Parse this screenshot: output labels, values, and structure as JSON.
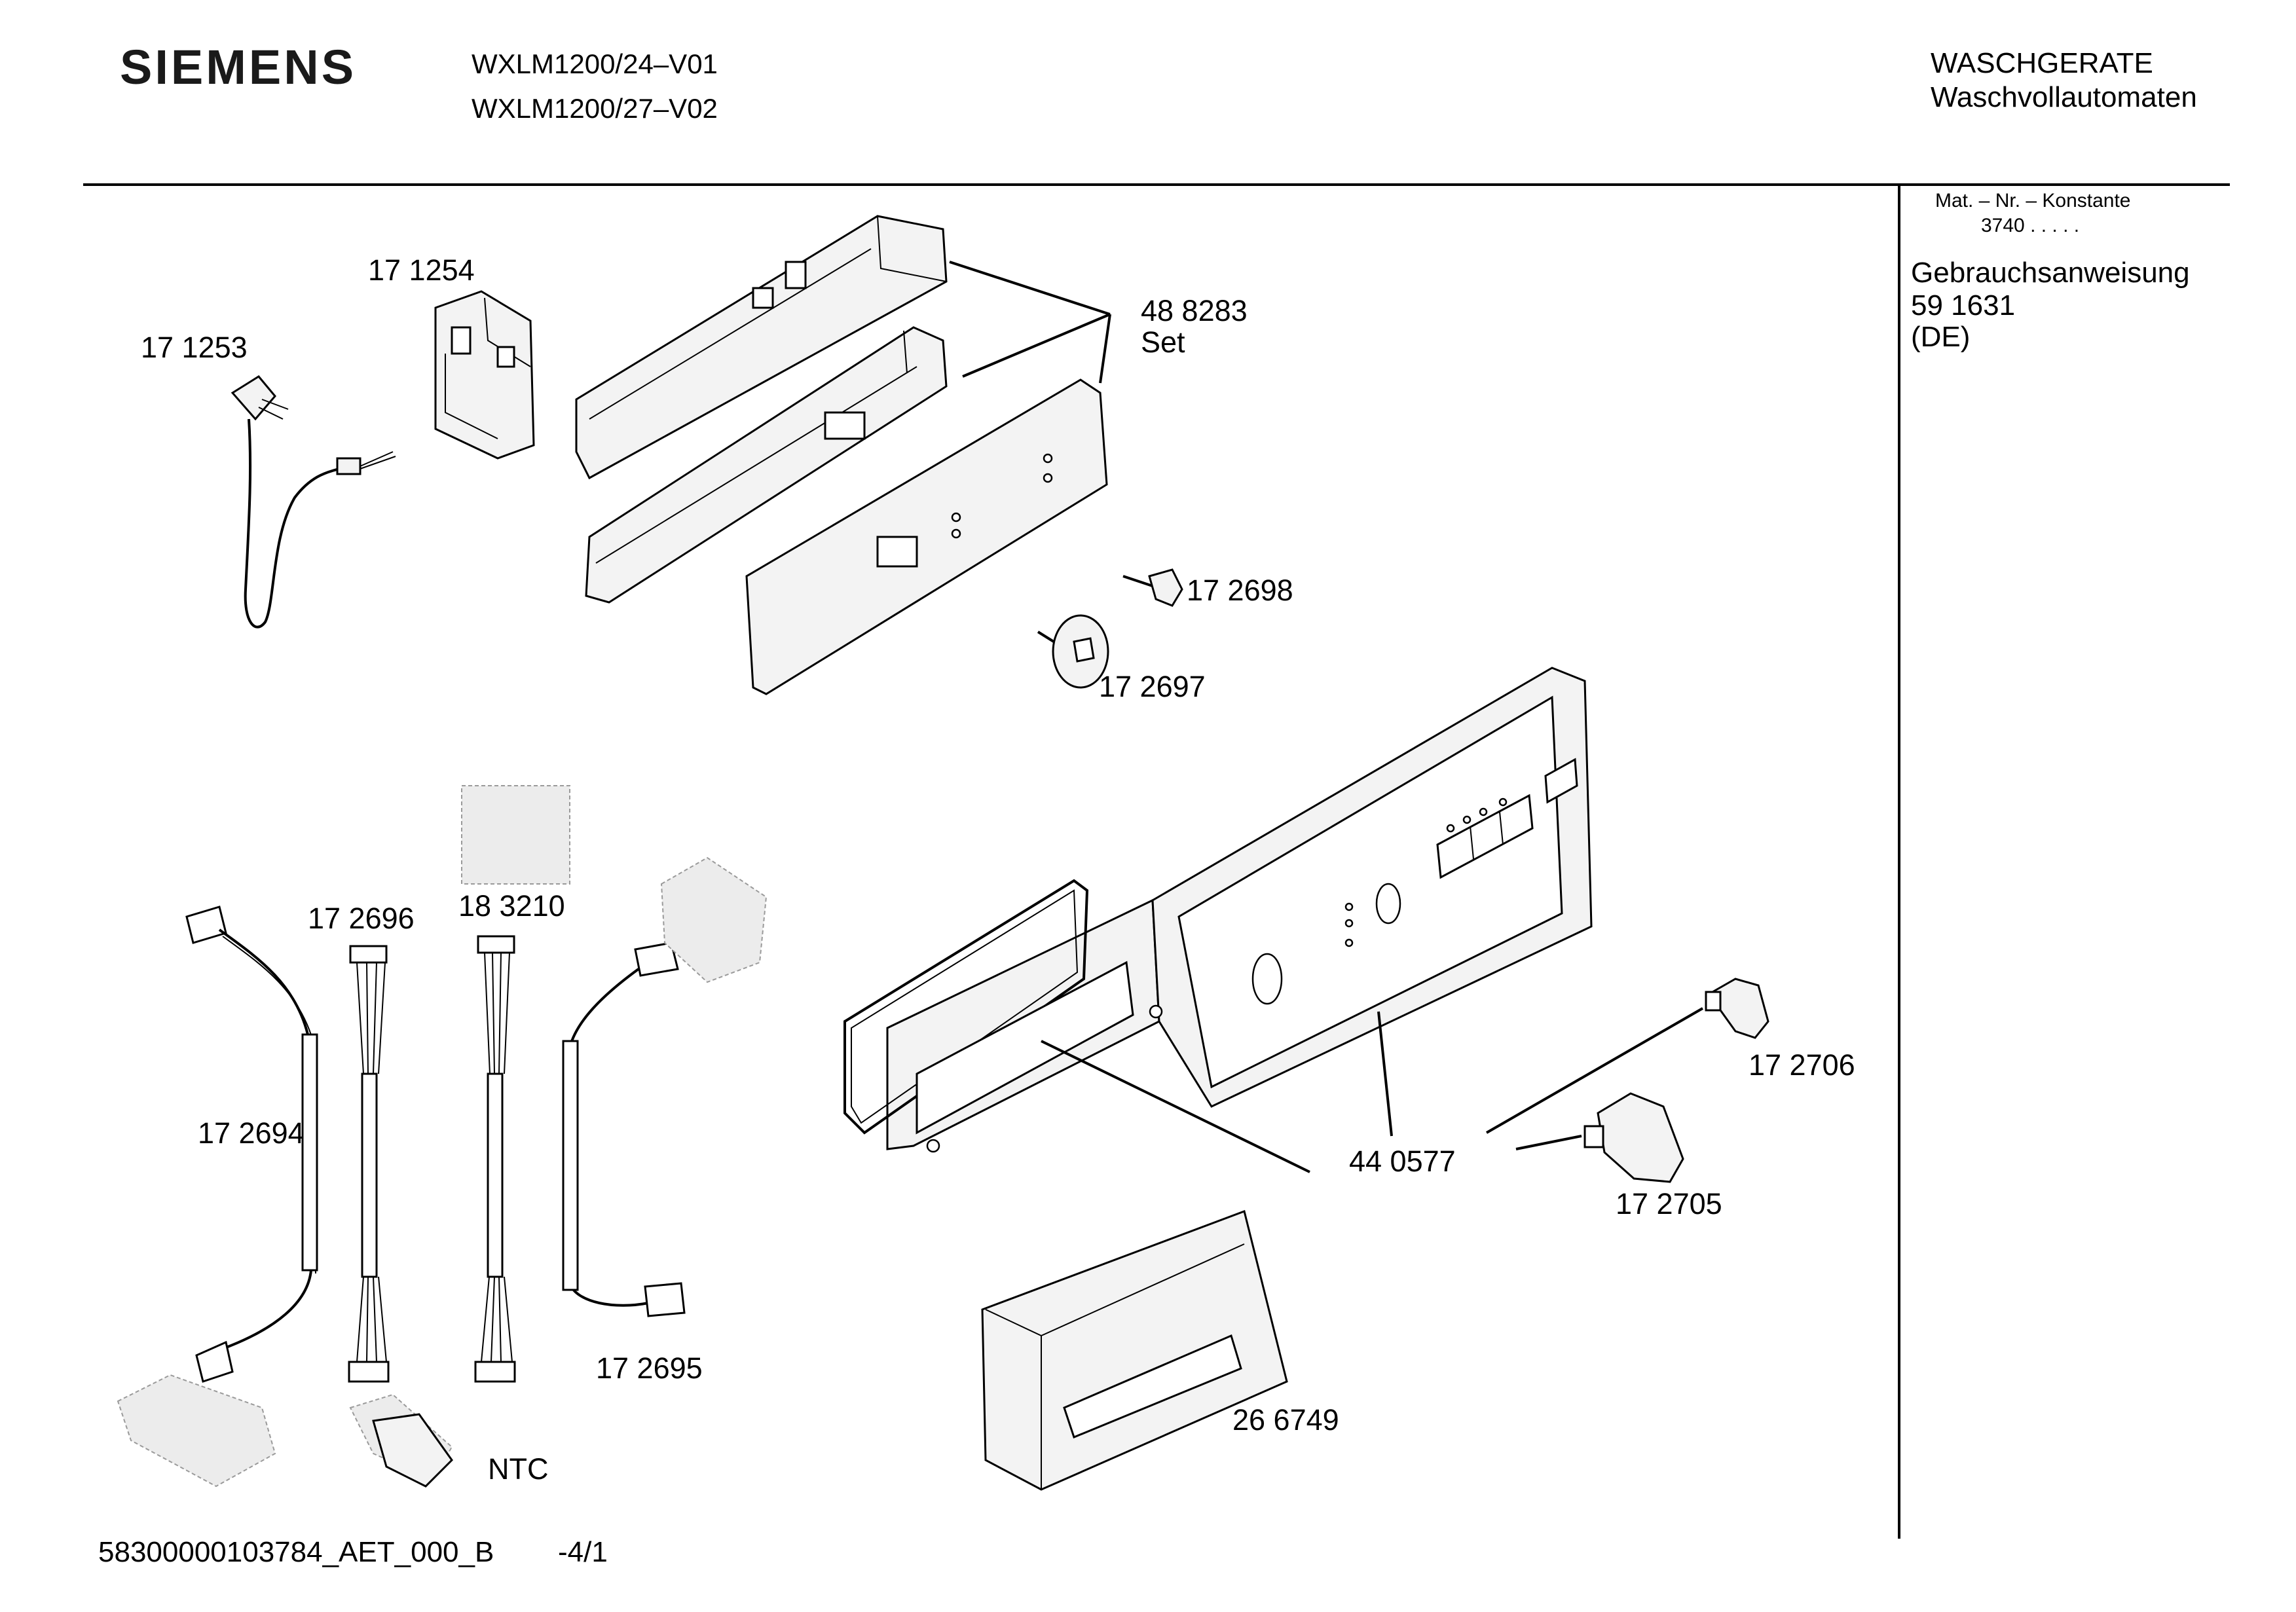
{
  "header": {
    "brand": "SIEMENS",
    "models": [
      "WXLM1200/24–V01",
      "WXLM1200/27–V02"
    ],
    "category": "WASCHGERATE",
    "subcategory": "Waschvollautomaten"
  },
  "sidebar": {
    "mat_label": "Mat. – Nr. – Konstante",
    "mat_value": "3740  .  .  .  .  .",
    "doc_title": "Gebrauchsanweisung",
    "doc_number": "59 1631",
    "doc_lang": "(DE)"
  },
  "parts": {
    "p171253": "17 1253",
    "p171254": "17 1254",
    "p488283": "48 8283",
    "p488283_note": "Set",
    "p172698": "17 2698",
    "p172697": "17 2697",
    "p172696": "17 2696",
    "p183210": "18 3210",
    "p172694": "17 2694",
    "p172695": "17 2695",
    "p440577": "44 0577",
    "p172706": "17 2706",
    "p172705": "17 2705",
    "p266749": "26 6749",
    "ntc": "NTC"
  },
  "footer": {
    "doc_code": "58300000103784_AET_000_B",
    "page": "-4/1"
  }
}
